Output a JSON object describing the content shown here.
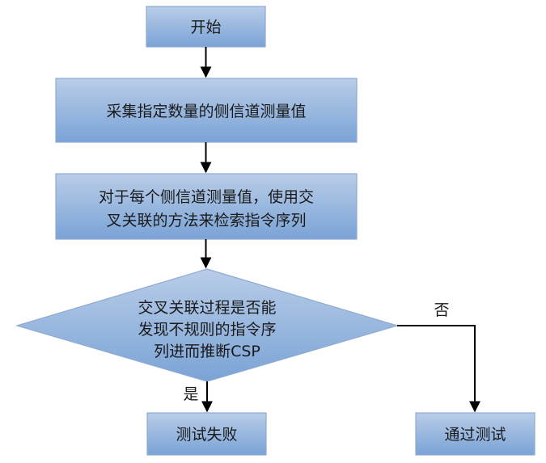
{
  "colors": {
    "node_fill_top": "#b9cde8",
    "node_fill_bottom": "#7aa3d6",
    "node_stroke": "#8faad0",
    "arrow": "#000000",
    "text": "#1a1a1a"
  },
  "nodes": {
    "start": {
      "label": "开始",
      "shape": "rectangle"
    },
    "collect": {
      "label": "采集指定数量的侧信道测量值",
      "shape": "rectangle"
    },
    "correlate": {
      "lines": [
        "对于每个侧信道测量值，使用交",
        "叉关联的方法来检索指令序列"
      ],
      "shape": "rectangle"
    },
    "decision": {
      "lines": [
        "交叉关联过程是否能",
        "发现不规则的指令序",
        "列进而推断CSP"
      ],
      "shape": "diamond"
    },
    "fail": {
      "label": "测试失败",
      "shape": "rectangle"
    },
    "pass": {
      "label": "通过测试",
      "shape": "rectangle"
    }
  },
  "edges": {
    "yes_label": "是",
    "no_label": "否"
  }
}
